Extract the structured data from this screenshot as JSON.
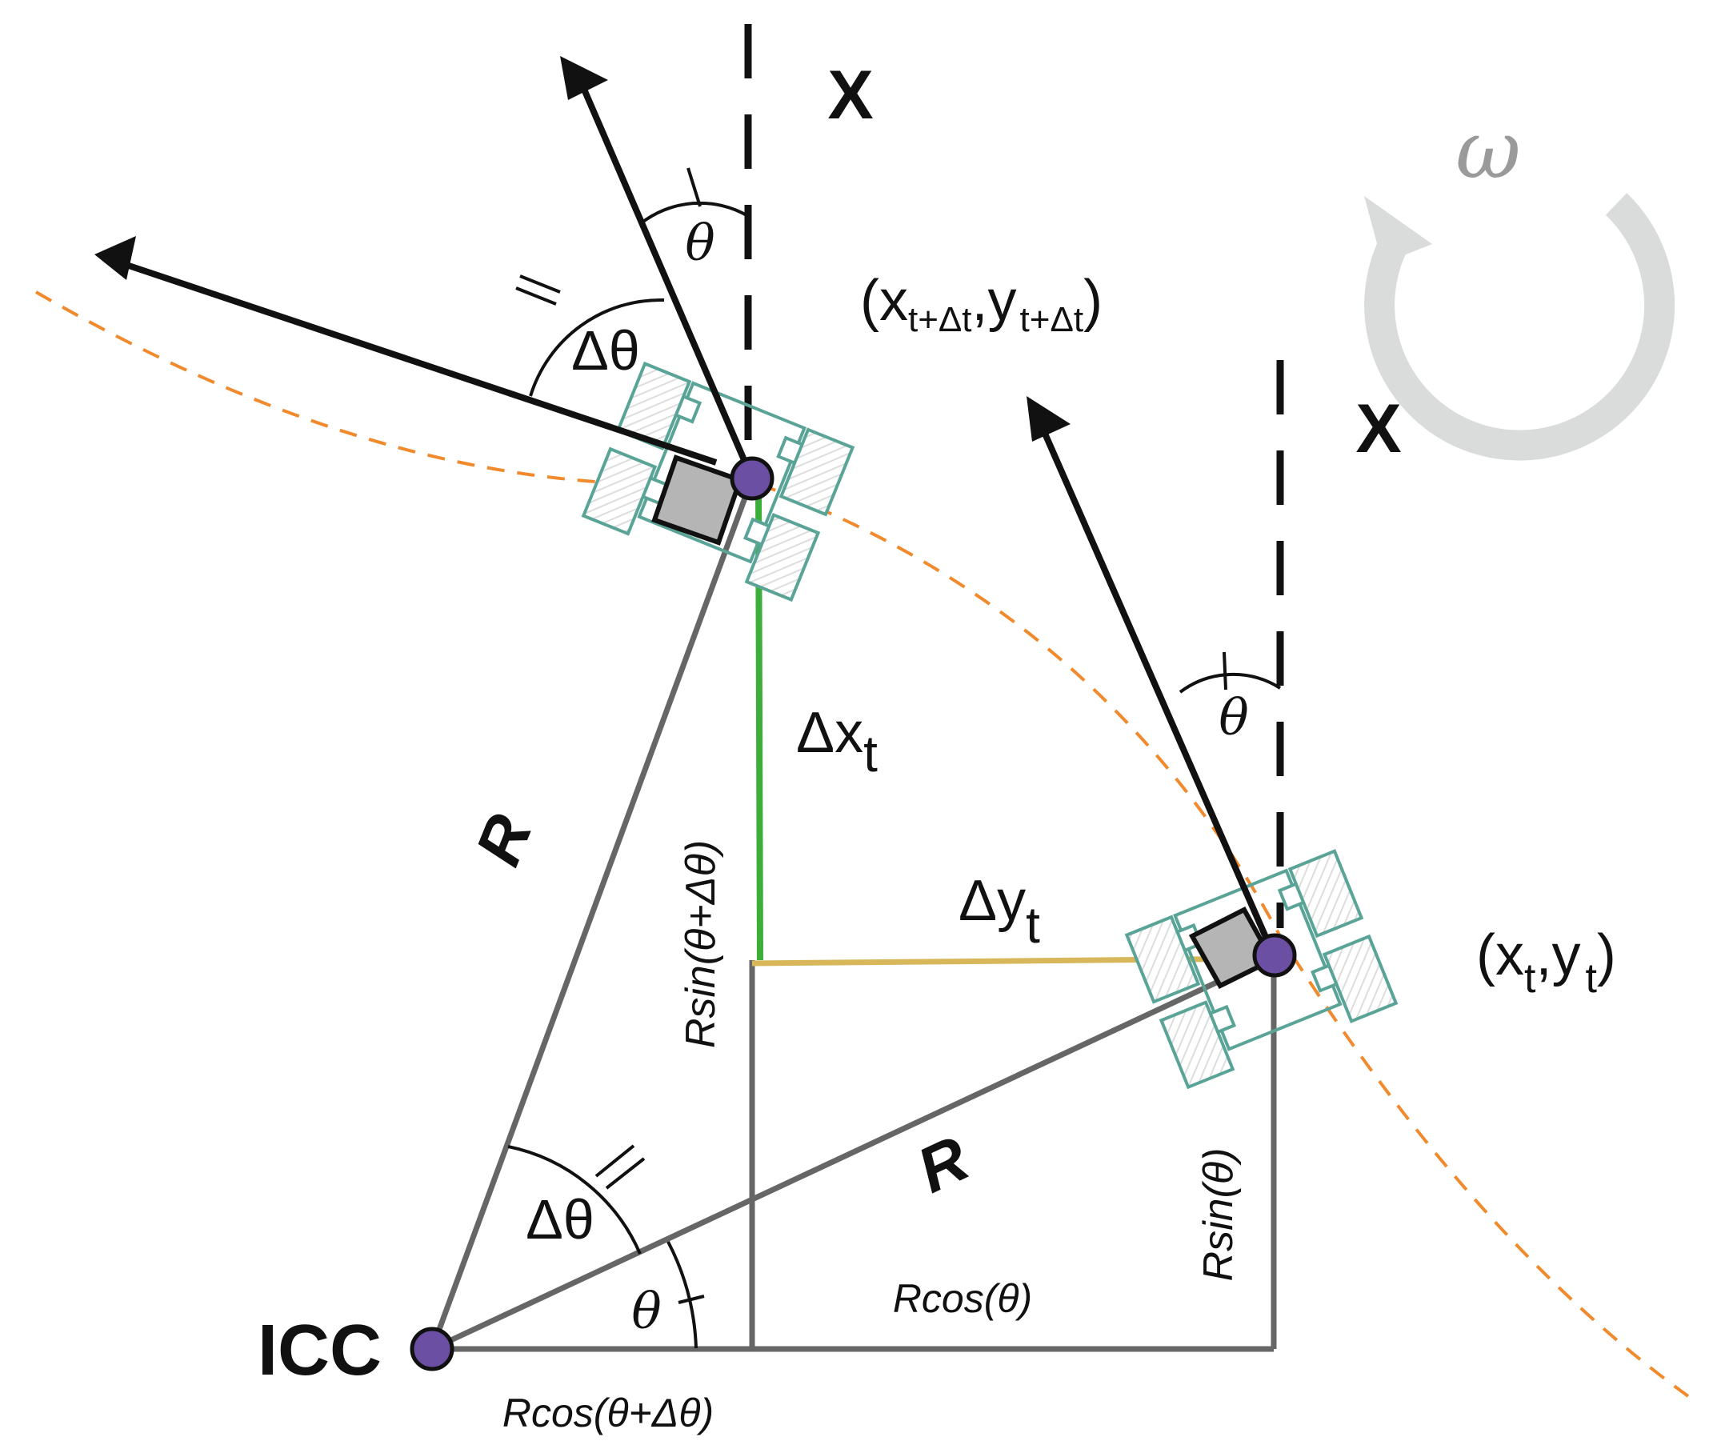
{
  "labels": {
    "x_axis_top": "X",
    "x_axis_right": "X",
    "omega": "ω",
    "pose_next": {
      "base_x": "(x",
      "sub_x": "t+Δt",
      "comma": ",",
      "base_y": "y",
      "sub_y": "t+Δt",
      "close": ")"
    },
    "pose_now": {
      "base_x": "(x",
      "sub_x": "t",
      "comma": ",",
      "base_y": "y",
      "sub_y": "t",
      "close": ")"
    },
    "theta": "θ",
    "delta_theta": "Δθ",
    "delta_x": {
      "base": "Δx",
      "sub": "t"
    },
    "delta_y": {
      "base": "Δy",
      "sub": "t"
    },
    "radius": "R",
    "icc": "ICC",
    "rsin_theta_dtheta": "Rsin(θ+Δθ)",
    "rsin_theta": "Rsin(θ)",
    "rcos_theta": "Rcos(θ)",
    "rcos_theta_dtheta": "Rcos(θ+Δθ)"
  },
  "colors": {
    "arc_path": "#f08a2c",
    "robot_outline": "#5aa497",
    "point_fill": "#6a4fa3",
    "gray_lines": "#666666",
    "delta_x_line": "#3dae3a",
    "delta_y_line": "#d7b75a",
    "omega_arrow": "#dadcdb"
  }
}
